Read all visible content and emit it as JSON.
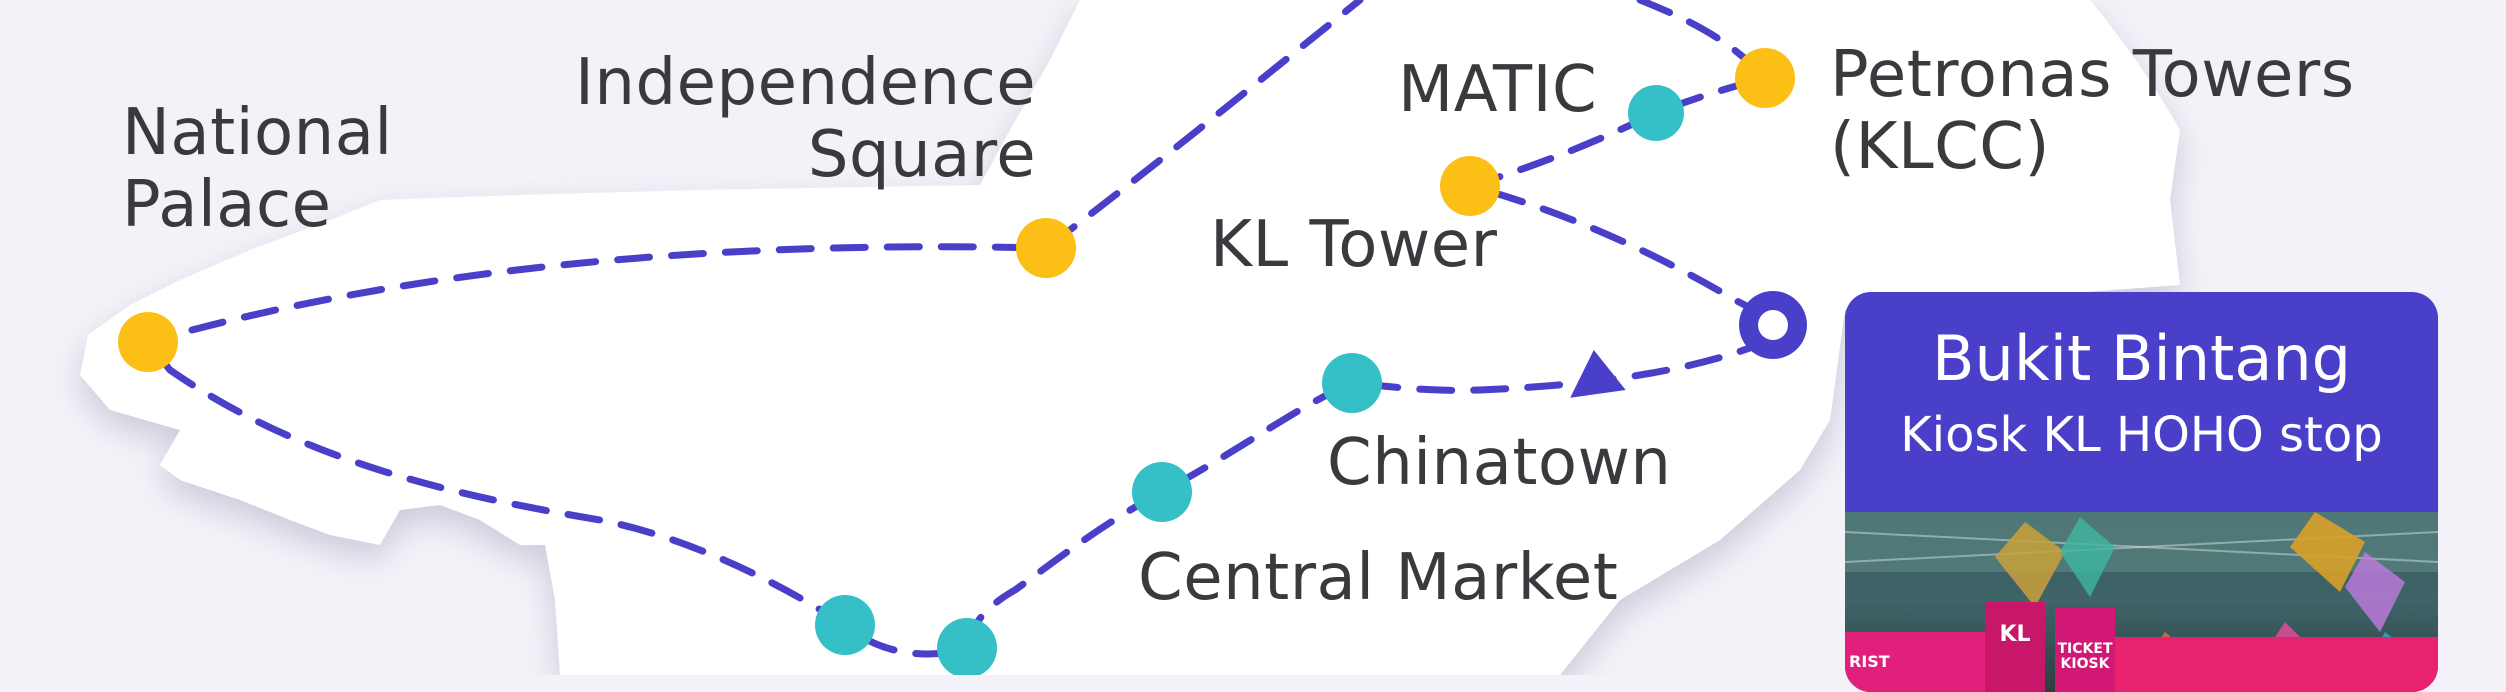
{
  "stops": [
    {
      "id": "national-palace",
      "label": "National\nPalace",
      "type": "attraction"
    },
    {
      "id": "independence-square",
      "label": "Independence\nSquare",
      "type": "attraction"
    },
    {
      "id": "matic",
      "label": "MATIC",
      "type": "stop"
    },
    {
      "id": "petronas-towers",
      "label": "Petronas Towers\n(KLCC)",
      "type": "attraction"
    },
    {
      "id": "kl-tower",
      "label": "KL Tower",
      "type": "attraction"
    },
    {
      "id": "chinatown",
      "label": "Chinatown",
      "type": "stop"
    },
    {
      "id": "central-market",
      "label": "Central Market",
      "type": "stop"
    }
  ],
  "start_card": {
    "title": "Bukit Bintang",
    "subtitle": "Kiosk KL HOHO stop"
  },
  "photo_signs": {
    "tourist_info": "RIST INFORMATION",
    "kl_logo": "KL",
    "ticket_kiosk": "TICKET\nKIOSK"
  },
  "colors": {
    "background": "#f2f2f8",
    "land": "#ffffff",
    "route": "#4a3fc8",
    "attraction_marker": "#fbbf16",
    "stop_marker": "#35c0c8",
    "card": "#4a3fc8",
    "label_text": "#3a3a3e"
  }
}
